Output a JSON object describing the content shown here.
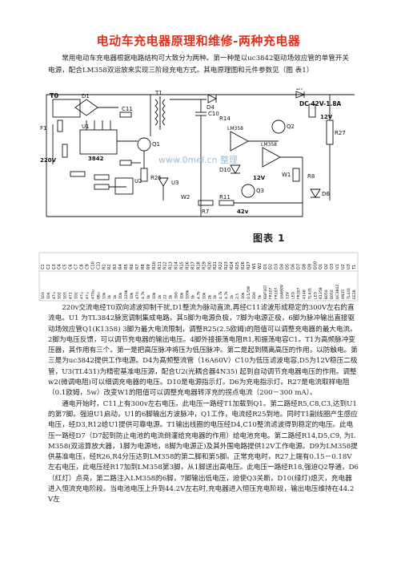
{
  "document": {
    "title": "电动车充电器原理和维修-两种充电器",
    "intro": "常用电动车充电器根据电路结构可大致分为两种。第一种是以uc3842驱动场效应管的单管开关电源，配合LM358双运放来实现三阶段充电方式。其电原理图和元件参数见（图 表1）",
    "figure_label": "图表 1",
    "watermark": "www.0mel.cn  整理",
    "paragraphs": [
      "220v交流电经T0双向滤波抑制干扰,D1整流为脉动直流,再经C11滤波形成稳定的300V左右的直流电。U1 为TL3842脉宽调制集成电路。其5脚为电源负极，7脚为电源正极，6脚为脉冲输出直接驱动场效应管Q1(K1358) 3脚为最大电流限制，调整R25(2.5欧姆)的阻值可以调整充电器的最大电流。2脚为电压反馈，可以调节充电器的输出电压。4脚外接振荡电阻R1,和振荡电容C1。T1为高频脉冲变压器，其作用有三个。第一是把高压脉冲将压为低压脉冲。第二是起到隔离高压的作用，以防触电。第三是为uc3842提供工作电源。D4为高频整流管（16A60V）C10为低压滤波电容,D5为12V稳压二极管，U3(TL431)为精密基准电压源，配合U2(光耦合器4N35) 起到自动调节充电器电压的作用。调整w2(微调电阻)可以细调充电器的电压。D10是电源指示灯。D6为充电指示灯。R27是电流取样电阻（0.1欧姆，5w）改变W1的阻值可以调整充电器转浮充的拐点电流（200－300 mA）。",
      "通电开始时，C11上有300v左右电压。此电压一路经T1加载到Q1。第二路经R5,C8,C3,达到U1的第7脚。强迫U1启动，U1的6脚输出方波脉冲，Q1工作，电流经R25到地。同时T1副线圈产生感应电压，经D3,R12给U1提供可靠电源。T1输出线圈的电压经D4,C10整流滤波得到稳定的电压。此电压一路经D7（D7起到防止电池的电流倒灌给充电器的作用）给电池充电。第二路经R14,D5,C9, 为LM358(双运算放大器，1脚为电源地，8脚为电源正)及其外围电路提供12V工作电源。D9为LM358提供基准电压，经R26,R4分压达到LM358的第二脚和第5脚。正常充电时，R27上端有0.15－0.18V左右电压，此电压经R17加到LM358第3脚，从1脚送出高电压。此电压一路经R18,强迫Q2导通，D6（红灯）点亮，第二路注入LM358的6脚，7脚输出低电压，迫使Q3关断，D10(绿灯)熄灭，充电器进入恒流充电阶段。当电池电压上升到44.2V左右时,充电器进入恒压充电阶段，输出电压维持在44.2V左"
    ]
  },
  "schematic": {
    "labels": {
      "t0": "T0",
      "t1": "T1",
      "f1": "F1",
      "v220": "220V",
      "d1": "D1",
      "u1": "U1",
      "chip": "3842",
      "q1": "Q1",
      "u2": "U2",
      "u3": "U3",
      "d7": "D7",
      "dc_out": "DC 42V-1.8A",
      "v12_top": "12V",
      "v12_mid": "12V",
      "v42": "42v",
      "lm358_a": "LM358",
      "lm358_b": "LM358",
      "q2": "Q2",
      "q3": "Q3",
      "d4": "D4",
      "d6": "D6",
      "d10": "D10",
      "r27": "R27",
      "r25": "R25",
      "c11": "C11",
      "c10": "C10",
      "r14": "R14",
      "w1": "W1",
      "w2": "W2",
      "r7": "R7",
      "r8": "R8",
      "r11": "R11"
    }
  },
  "bom": {
    "refs": [
      "C1",
      "C2",
      "C3",
      "C4",
      "C5",
      "C6",
      "C7",
      "C8",
      "C9",
      "C10",
      "C11",
      "R1",
      "R2",
      "R3",
      "R4",
      "R5",
      "R6",
      "R7",
      "R8",
      "R9",
      "R10",
      "R11",
      "R12",
      "R13",
      "R14",
      "R15",
      "R16",
      "R17",
      "R18",
      "R19",
      "R20",
      "R21",
      "R22",
      "R23",
      "R24",
      "R25",
      "R26",
      "R27",
      "W1",
      "W2",
      "D1",
      "D2",
      "D3",
      "D4",
      "D5",
      "D6",
      "D7",
      "D8",
      "D9",
      "D10",
      "Q1",
      "Q2",
      "Q3",
      "U1",
      "U2",
      "U3",
      "T1"
    ],
    "values": [
      "103",
      "104",
      "47u",
      "102",
      "103",
      "471",
      "102",
      "47u",
      "47u",
      "470u",
      "68u",
      "10k",
      "1k",
      "1k",
      "10k",
      "220k",
      "10k",
      "470",
      "4.7k",
      "1k",
      "10k",
      "1k",
      "22",
      "1k",
      "390",
      "10k",
      "100k",
      "1k",
      "4.7k",
      "10k",
      "2k",
      "1k",
      "4.7k",
      "4.7k",
      "1k",
      "2.5",
      "10k",
      "0.1/5W",
      "200",
      "5k",
      "KBP307",
      "FR107",
      "FR107",
      "16A60V",
      "12V",
      "LED",
      "FR307",
      "4148",
      "TL431",
      "LED",
      "K1358",
      "8050",
      "8050",
      "UC3842",
      "4N35",
      "TL431",
      "EE28"
    ]
  }
}
